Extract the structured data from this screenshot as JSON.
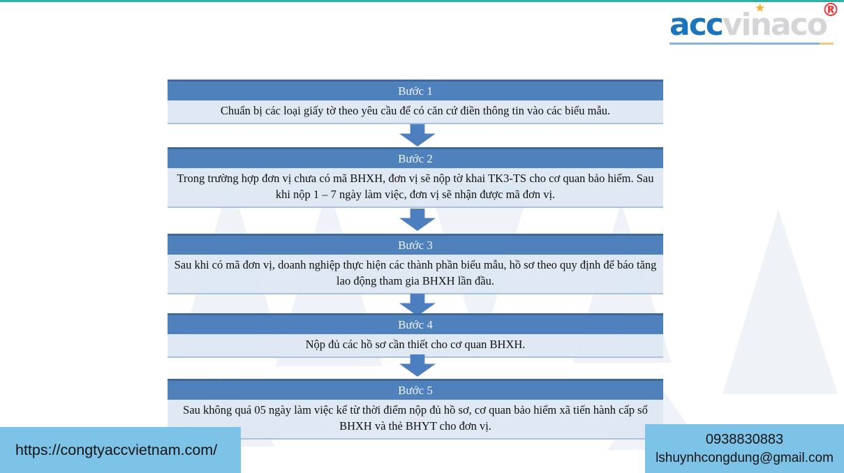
{
  "logo": {
    "part1": "acc",
    "part2": "vinaco",
    "registered": "®",
    "star": "★"
  },
  "steps": [
    {
      "label": "Bước 1",
      "text": "Chuẩn bị các loại giấy tờ theo yêu cầu để có căn cứ điền thông tin vào các biểu mẫu."
    },
    {
      "label": "Bước 2",
      "text": "Trong trường hợp đơn vị chưa có mã BHXH, đơn vị sẽ nộp tờ khai TK3-TS  cho cơ quan bảo hiểm. Sau khi nộp 1 – 7 ngày làm việc, đơn vị sẽ nhận được mã đơn vị."
    },
    {
      "label": "Bước 3",
      "text": "Sau khi có mã đơn vị, doanh nghiệp thực hiện các thành phần biểu mẫu, hồ sơ theo quy định để báo tăng lao động tham gia BHXH lần đầu."
    },
    {
      "label": "Bước 4",
      "text": "Nộp đủ các hồ sơ cần thiết cho cơ quan BHXH."
    },
    {
      "label": "Bước 5",
      "text": "Sau không quá 05 ngày làm việc kể từ thời điểm nộp đủ hồ sơ, cơ quan bảo hiểm xã tiến hành cấp sổ BHXH và thẻ BHYT cho đơn vị."
    }
  ],
  "footer": {
    "website": "https://congtyaccvietnam.com/",
    "phone": "0938830883",
    "email": "lshuynhcongdung@gmail.com"
  },
  "colors": {
    "accent-teal": "#2eb1a6",
    "header-blue": "#4f81bd",
    "arrow-blue": "#4d7ebf",
    "body-blue": "rgba(219,229,241,0.85)",
    "footer-blue": "#7dc2e7",
    "logo-blue": "#1b75bc",
    "logo-gray": "#d5d5d7",
    "logo-star": "#f2b32a",
    "logo-red": "#ee3135",
    "logo-underline": "#82b4e2"
  }
}
